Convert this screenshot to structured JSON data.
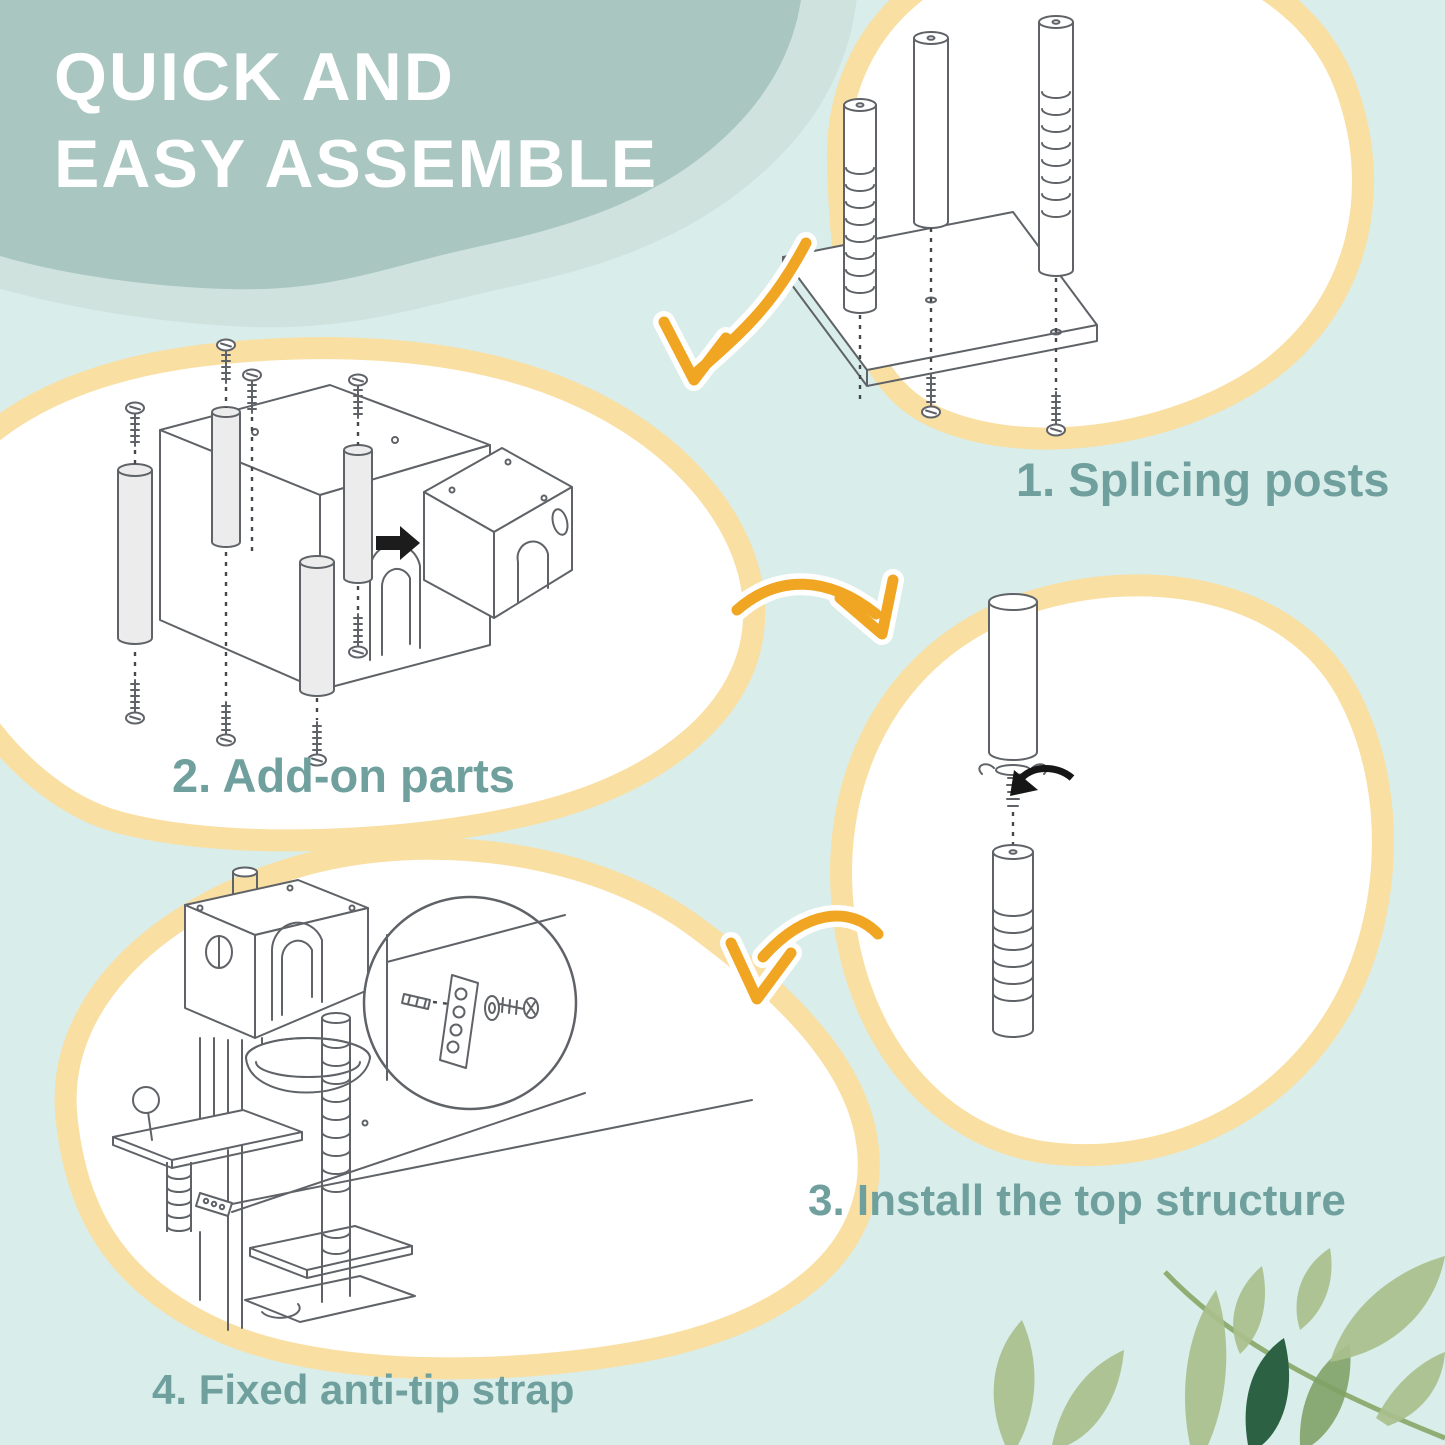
{
  "title": {
    "line1": "QUICK AND",
    "line2": "EASY ASSEMBLE"
  },
  "steps": [
    {
      "label": "1. Splicing posts"
    },
    {
      "label": "2. Add-on parts"
    },
    {
      "label": "3. Install the top structure"
    },
    {
      "label": "4. Fixed anti-tip strap"
    }
  ],
  "icons": {
    "arrow_step1_to_step2": "curved-arrow-down-left",
    "arrow_step2_to_step3": "curved-arrow-right-down",
    "arrow_step3_to_step4": "curved-arrow-down-left",
    "assemble_arrow": "arrow-right",
    "rotate_arrow": "rotate-arrow"
  },
  "colors": {
    "background": "#d9edeb",
    "title_blob": "#a9c6c1",
    "title_blob_under": "#cfe2de",
    "title_text": "#ffffff",
    "blob_fill": "#ffffff",
    "blob_ring": "#f9dfa2",
    "arrow_orange": "#f0a623",
    "caption_text": "#6fa09d",
    "line_art": "#5f6368",
    "leaf_light": "#a9bf8c",
    "leaf_medium": "#7fa267",
    "leaf_dark": "#2c6144"
  }
}
